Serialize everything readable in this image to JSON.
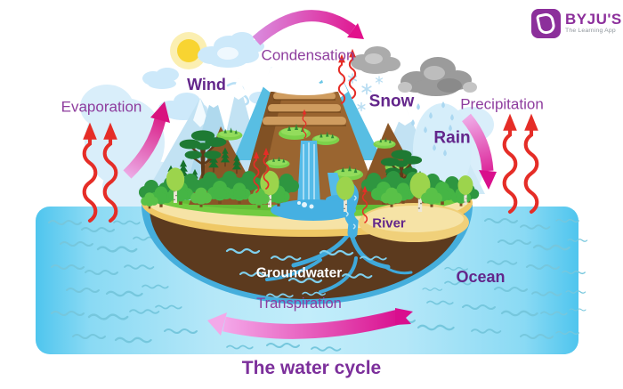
{
  "brand": {
    "name": "BYJU'S",
    "tagline": "The Learning App"
  },
  "title": "The water cycle",
  "labels": {
    "evaporation": "Evaporation",
    "wind": "Wind",
    "condensation": "Condensation",
    "snow": "Snow",
    "precipitation": "Precipitation",
    "rain": "Rain",
    "river": "River",
    "ocean": "Ocean",
    "groundwater": "Groundwater",
    "transpiration": "Transpiration"
  },
  "colors": {
    "label_purple": "#8E3D9E",
    "label_dark_purple": "#63268B",
    "title_purple": "#7C2F9B",
    "arrow_magenta": "#DB0F8C",
    "arrow_pink_light": "#F2A7E8",
    "evaporation_arrow_red": "#E52D27",
    "ocean_edge_blue": "#4FC5EE",
    "ocean_center_blue": "#C2EDFA",
    "brand_purple": "#8C2F9B"
  },
  "icons": {
    "sun": "sun-icon",
    "clouds": "cloud-icon",
    "storm_clouds": "storm-cloud-icon",
    "snowflakes": "snowflake-icon",
    "raindrops": "raindrop-icon",
    "brand_badge": "byjus-badge-icon"
  }
}
